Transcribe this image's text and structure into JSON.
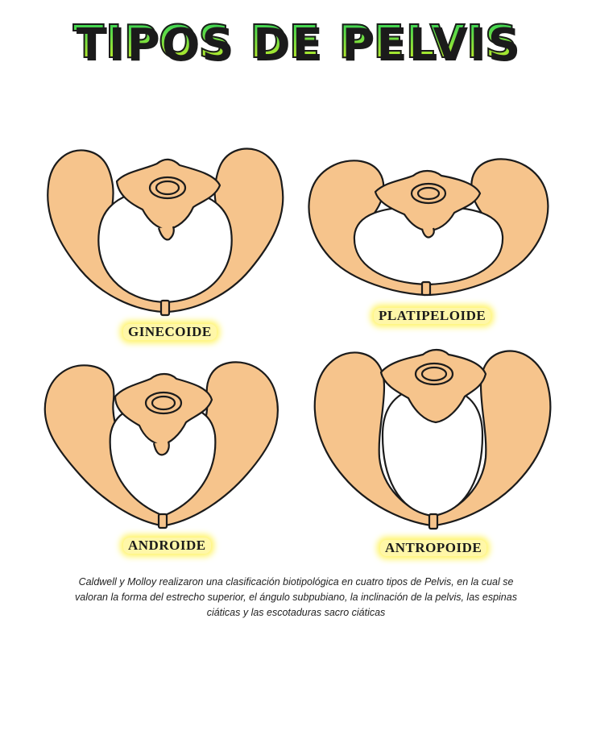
{
  "title": "TIPOS DE PELVIS",
  "types": [
    {
      "key": "ginecoide",
      "label": "GINECOIDE"
    },
    {
      "key": "platipeloide",
      "label": "PLATIPELOIDE"
    },
    {
      "key": "androide",
      "label": "ANDROIDE"
    },
    {
      "key": "antropoide",
      "label": "ANTROPOIDE"
    }
  ],
  "caption": "Caldwell y Molloy realizaron una clasificación biotipológica en cuatro tipos de Pelvis, en la cual se valoran la forma del estrecho superior, el ángulo subpubiano, la inclinación de la pelvis, las espinas ciáticas y las escotaduras sacro ciáticas",
  "colors": {
    "bone": "#f6c48c",
    "outline": "#1b1b1b",
    "title_green": "#5fe23a",
    "highlight": "#fff46a"
  }
}
